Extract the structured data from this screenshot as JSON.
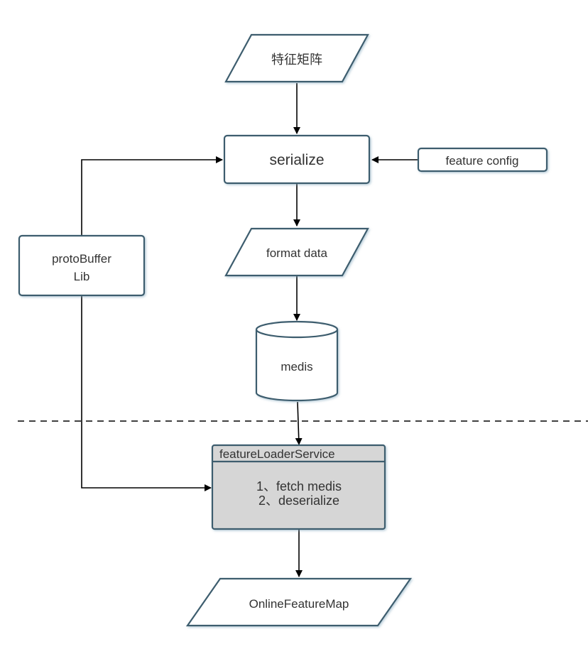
{
  "nodes": {
    "feature_matrix": "特征矩阵",
    "serialize": "serialize",
    "feature_config": "feature config",
    "format_data": "format data",
    "medis": "medis",
    "protobuffer_line1": "protoBuffer",
    "protobuffer_line2": "Lib",
    "service_title": "featureLoaderService",
    "service_step1": "1、fetch medis",
    "service_step2": "2、deserialize",
    "online_feature_map": "OnlineFeatureMap"
  },
  "colors": {
    "stroke": "#3e5d6e",
    "service_fill": "#d6d6d6",
    "text": "#333333",
    "arrow": "#000000"
  }
}
